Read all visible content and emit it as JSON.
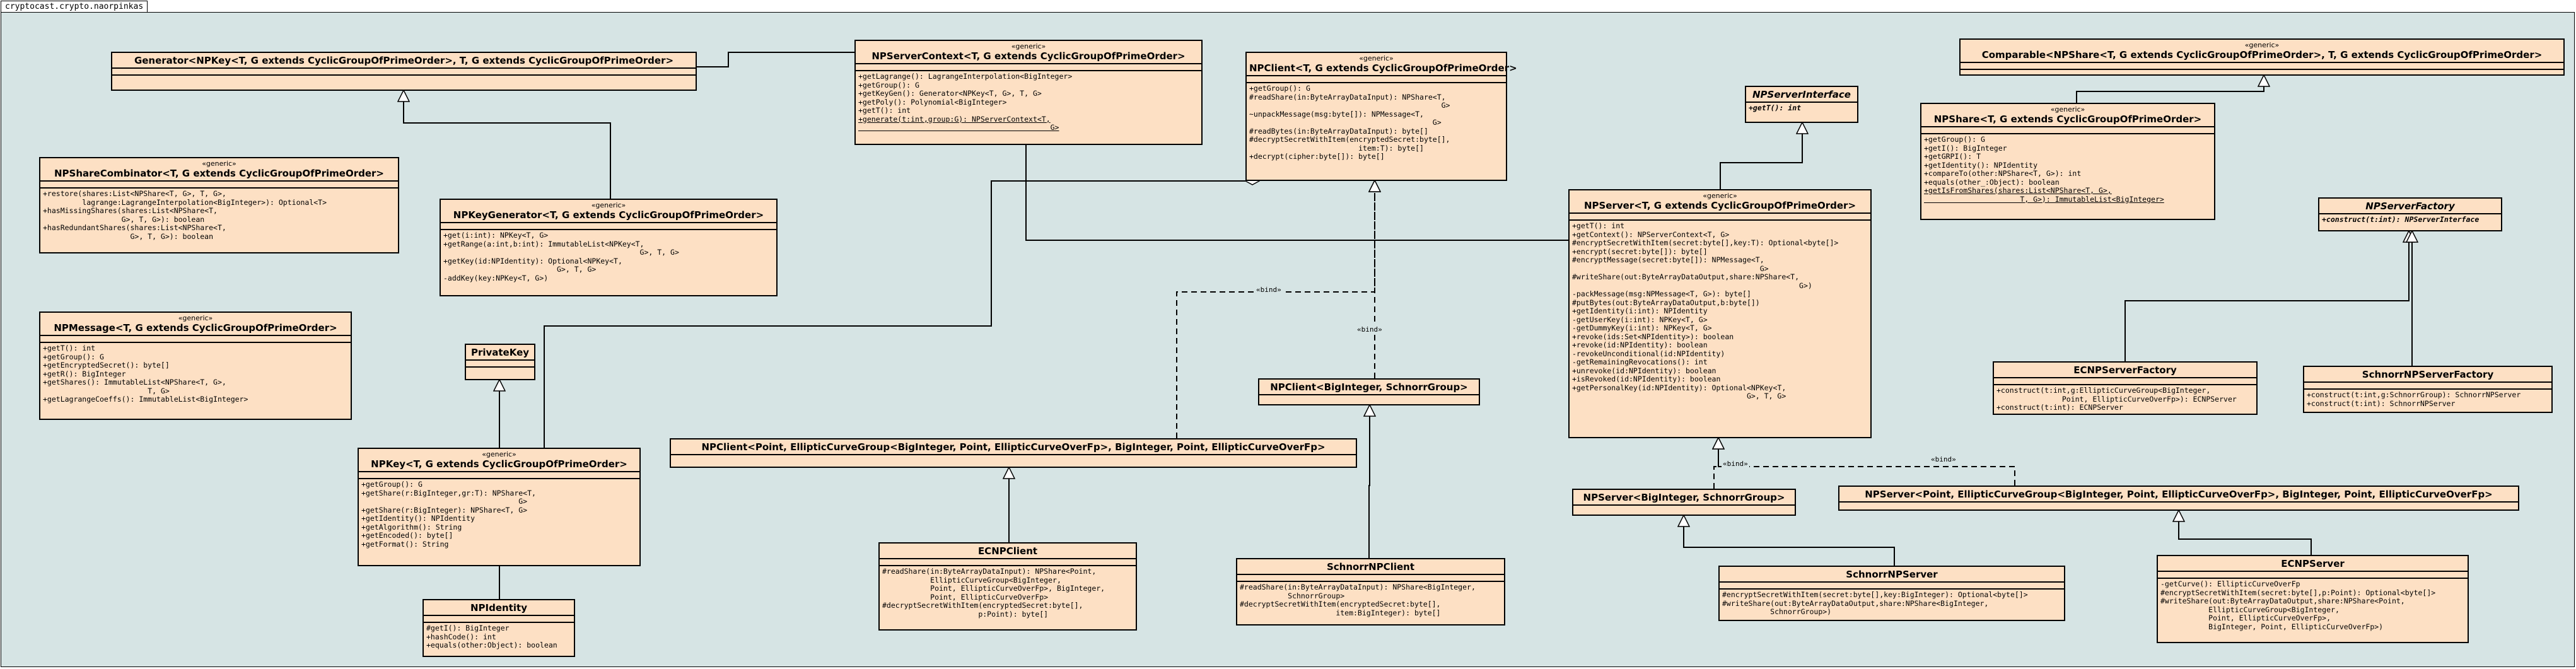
{
  "package": {
    "name": "cryptocast.crypto.naorpinkas"
  },
  "bind_label": "«bind»",
  "classes": {
    "generator": {
      "stereotype": "",
      "name": "Generator<NPKey<T, G extends CyclicGroupOfPrimeOrder>, T, G extends CyclicGroupOfPrimeOrder>",
      "sections": [
        [],
        []
      ]
    },
    "npServerContext": {
      "stereotype": "«generic»",
      "name": "NPServerContext<T, G extends CyclicGroupOfPrimeOrder>",
      "sections": [
        [],
        [
          "+getLagrange(): LagrangeInterpolation<BigInteger>",
          "+getGroup(): G",
          "+getKeyGen(): Generator<NPKey<T, G>, T, G>",
          "+getPoly(): Polynomial<BigInteger>",
          "+getT(): int",
          "+generate(t:int,group:G): NPServerContext<T,\n                                            G>"
        ]
      ]
    },
    "npClient": {
      "stereotype": "«generic»",
      "name": "NPClient<T, G extends CyclicGroupOfPrimeOrder>",
      "sections": [
        [],
        [
          "+getGroup(): G",
          "#readShare(in:ByteArrayDataInput): NPShare<T,\n                                            G>",
          "~unpackMessage(msg:byte[]): NPMessage<T,\n                                          G>",
          "#readBytes(in:ByteArrayDataInput): byte[]",
          "#decryptSecretWithItem(encryptedSecret:byte[],\n                         item:T): byte[]",
          "+decrypt(cipher:byte[]): byte[]"
        ]
      ]
    },
    "npServerInterface": {
      "stereotype": "",
      "name": "NPServerInterface",
      "italic": true,
      "sections": [
        [
          "+getT(): int"
        ]
      ]
    },
    "comparable": {
      "stereotype": "«generic»",
      "name": "Comparable<NPShare<T, G extends CyclicGroupOfPrimeOrder>, T, G extends CyclicGroupOfPrimeOrder>",
      "sections": [
        [],
        []
      ]
    },
    "npShare": {
      "stereotype": "«generic»",
      "name": "NPShare<T, G extends CyclicGroupOfPrimeOrder>",
      "sections": [
        [],
        [
          "+getGroup(): G",
          "+getI(): BigInteger",
          "+getGRPI(): T",
          "+getIdentity(): NPIdentity",
          "+compareTo(other:NPShare<T, G>): int",
          "+equals(other_:Object): boolean",
          "+getIsFromShares(shares:List<NPShare<T, G>,\n                      T, G>): ImmutableList<BigInteger>"
        ]
      ]
    },
    "npShareCombinator": {
      "stereotype": "«generic»",
      "name": "NPShareCombinator<T, G extends CyclicGroupOfPrimeOrder>",
      "sections": [
        [],
        [
          "+restore(shares:List<NPShare<T, G>, T, G>,\n         lagrange:LagrangeInterpolation<BigInteger>): Optional<T>",
          "+hasMissingShares(shares:List<NPShare<T,\n                  G>, T, G>): boolean",
          "+hasRedundantShares(shares:List<NPShare<T,\n                    G>, T, G>): boolean"
        ]
      ]
    },
    "npKeyGenerator": {
      "stereotype": "«generic»",
      "name": "NPKeyGenerator<T, G extends CyclicGroupOfPrimeOrder>",
      "sections": [
        [],
        [
          "+get(i:int): NPKey<T, G>",
          "+getRange(a:int,b:int): ImmutableList<NPKey<T,\n                                             G>, T, G>",
          "+getKey(id:NPIdentity): Optional<NPKey<T,\n                          G>, T, G>",
          "-addKey(key:NPKey<T, G>)"
        ]
      ]
    },
    "npServerFactory": {
      "stereotype": "",
      "name": "NPServerFactory",
      "italic": true,
      "sections": [
        [
          "+construct(t:int): NPServerInterface"
        ]
      ]
    },
    "npServer": {
      "stereotype": "«generic»",
      "name": "NPServer<T, G extends CyclicGroupOfPrimeOrder>",
      "sections": [
        [],
        [
          "+getT(): int",
          "+getContext(): NPServerContext<T, G>",
          "#encryptSecretWithItem(secret:byte[],key:T): Optional<byte[]>",
          "+encrypt(secret:byte[]): byte[]",
          "#encryptMessage(secret:byte[]): NPMessage<T,\n                                           G>",
          "#writeShare(out:ByteArrayDataOutput,share:NPShare<T,\n                                                    G>)",
          "-packMessage(msg:NPMessage<T, G>): byte[]",
          "#putBytes(out:ByteArrayDataOutput,b:byte[])",
          "+getIdentity(i:int): NPIdentity",
          "-getUserKey(i:int): NPKey<T, G>",
          "-getDummyKey(i:int): NPKey<T, G>",
          "+revoke(ids:Set<NPIdentity>): boolean",
          "+revoke(id:NPIdentity): boolean",
          "-revokeUnconditional(id:NPIdentity)",
          "-getRemainingRevocations(): int",
          "+unrevoke(id:NPIdentity): boolean",
          "+isRevoked(id:NPIdentity): boolean",
          "+getPersonalKey(id:NPIdentity): Optional<NPKey<T,\n                                        G>, T, G>"
        ]
      ]
    },
    "npMessage": {
      "stereotype": "«generic»",
      "name": "NPMessage<T, G extends CyclicGroupOfPrimeOrder>",
      "sections": [
        [],
        [
          "+getT(): int",
          "+getGroup(): G",
          "+getEncryptedSecret(): byte[]",
          "+getR(): BigInteger",
          "+getShares(): ImmutableList<NPShare<T, G>,\n                        T, G>",
          "+getLagrangeCoeffs(): ImmutableList<BigInteger>"
        ]
      ]
    },
    "privateKey": {
      "stereotype": "",
      "name": "PrivateKey",
      "sections": [
        [],
        []
      ]
    },
    "npClientBig": {
      "stereotype": "",
      "name": "NPClient<BigInteger, SchnorrGroup>",
      "sections": [
        []
      ]
    },
    "npClientEc": {
      "stereotype": "",
      "name": "NPClient<Point, EllipticCurveGroup<BigInteger, Point, EllipticCurveOverFp>, BigInteger, Point, EllipticCurveOverFp>",
      "sections": [
        []
      ]
    },
    "ecnpServerFactory": {
      "stereotype": "",
      "name": "ECNPServerFactory",
      "sections": [
        [],
        [
          "+construct(t:int,g:EllipticCurveGroup<BigInteger,\n               Point, EllipticCurveOverFp>): ECNPServer",
          "+construct(t:int): ECNPServer"
        ]
      ]
    },
    "schnorrNpServerFactory": {
      "stereotype": "",
      "name": "SchnorrNPServerFactory",
      "sections": [
        [],
        [
          "+construct(t:int,g:SchnorrGroup): SchnorrNPServer",
          "+construct(t:int): SchnorrNPServer"
        ]
      ]
    },
    "npKey": {
      "stereotype": "«generic»",
      "name": "NPKey<T, G extends CyclicGroupOfPrimeOrder>",
      "sections": [
        [],
        [
          "+getGroup(): G",
          "+getShare(r:BigInteger,gr:T): NPShare<T,\n                                    G>",
          "+getShare(r:BigInteger): NPShare<T, G>",
          "+getIdentity(): NPIdentity",
          "+getAlgorithm(): String",
          "+getEncoded(): byte[]",
          "+getFormat(): String"
        ]
      ]
    },
    "npServerBig": {
      "stereotype": "",
      "name": "NPServer<BigInteger, SchnorrGroup>",
      "sections": [
        []
      ]
    },
    "npServerEc": {
      "stereotype": "",
      "name": "NPServer<Point, EllipticCurveGroup<BigInteger, Point, EllipticCurveOverFp>, BigInteger, Point, EllipticCurveOverFp>",
      "sections": [
        []
      ]
    },
    "ecnpClient": {
      "stereotype": "",
      "name": "ECNPClient",
      "sections": [
        [],
        [
          "#readShare(in:ByteArrayDataInput): NPShare<Point,\n           EllipticCurveGroup<BigInteger,\n           Point, EllipticCurveOverFp>, BigInteger,\n           Point, EllipticCurveOverFp>",
          "#decryptSecretWithItem(encryptedSecret:byte[],\n                      p:Point): byte[]"
        ]
      ]
    },
    "schnorrNpClient": {
      "stereotype": "",
      "name": "SchnorrNPClient",
      "sections": [
        [],
        [
          "#readShare(in:ByteArrayDataInput): NPShare<BigInteger,\n           SchnorrGroup>",
          "#decryptSecretWithItem(encryptedSecret:byte[],\n                      item:BigInteger): byte[]"
        ]
      ]
    },
    "schnorrNpServer": {
      "stereotype": "",
      "name": "SchnorrNPServer",
      "sections": [
        [],
        [
          "#encryptSecretWithItem(secret:byte[],key:BigInteger): Optional<byte[]>",
          "#writeShare(out:ByteArrayDataOutput,share:NPShare<BigInteger,\n           SchnorrGroup>)"
        ]
      ]
    },
    "ecnpServer": {
      "stereotype": "",
      "name": "ECNPServer",
      "sections": [
        [],
        [
          "-getCurve(): EllipticCurveOverFp",
          "#encryptSecretWithItem(secret:byte[],p:Point): Optional<byte[]>",
          "#writeShare(out:ByteArrayDataOutput,share:NPShare<Point,\n           EllipticCurveGroup<BigInteger,\n           Point, EllipticCurveOverFp>,\n           BigInteger, Point, EllipticCurveOverFp>)"
        ]
      ]
    },
    "npIdentity": {
      "stereotype": "",
      "name": "NPIdentity",
      "sections": [
        [],
        [
          "#getI(): BigInteger",
          "+hashCode(): int",
          "+equals(other:Object): boolean"
        ]
      ]
    }
  }
}
